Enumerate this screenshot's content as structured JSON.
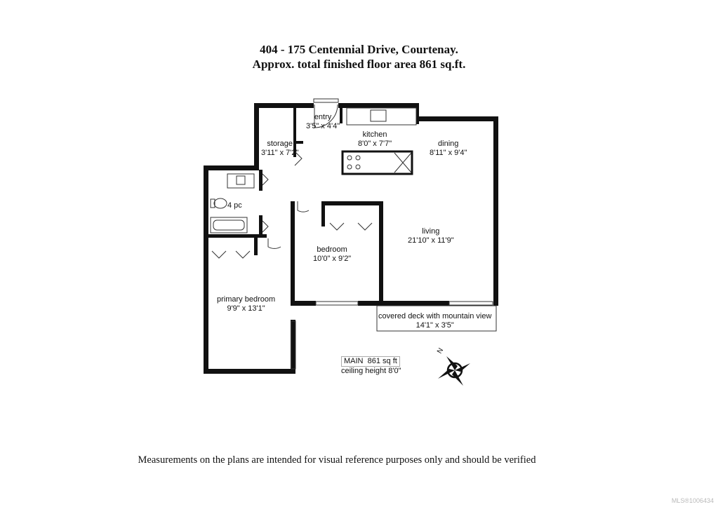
{
  "header": {
    "address": "404 - 175 Centennial Drive, Courtenay.",
    "area_line": "Approx. total finished floor area 861 sq.ft."
  },
  "rooms": {
    "entry": {
      "name": "entry",
      "dims": "3'5\" x 4'4\""
    },
    "storage": {
      "name": "storage",
      "dims": "3'11\" x 7'2\""
    },
    "kitchen": {
      "name": "kitchen",
      "dims": "8'0\" x 7'7\""
    },
    "dining": {
      "name": "dining",
      "dims": "8'11\" x 9'4\""
    },
    "bath": {
      "name": "4 pc"
    },
    "living": {
      "name": "living",
      "dims": "21'10\" x 11'9\""
    },
    "bedroom": {
      "name": "bedroom",
      "dims": "10'0\" x 9'2\""
    },
    "primary_bedroom": {
      "name": "primary bedroom",
      "dims": "9'9\" x 13'1\""
    },
    "deck": {
      "name": "covered deck with mountain view",
      "dims": "14'1\" x 3'5\""
    }
  },
  "summary": {
    "floor": "MAIN",
    "area": "861 sq ft",
    "ceiling": "ceiling height 8'0\""
  },
  "compass": {
    "label": "N"
  },
  "footer": {
    "disclaimer": "Measurements on the plans are intended for visual reference purposes only and should be verified",
    "mls": "MLS®1006434"
  }
}
